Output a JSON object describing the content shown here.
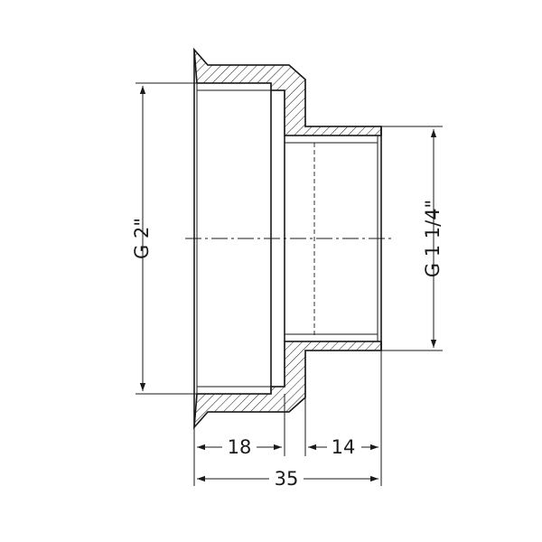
{
  "drawing": {
    "dimensions": {
      "large_thread": "G 2\"",
      "small_thread": "G 1 1/4\"",
      "large_length": "18",
      "small_length": "14",
      "total_length": "35"
    }
  }
}
